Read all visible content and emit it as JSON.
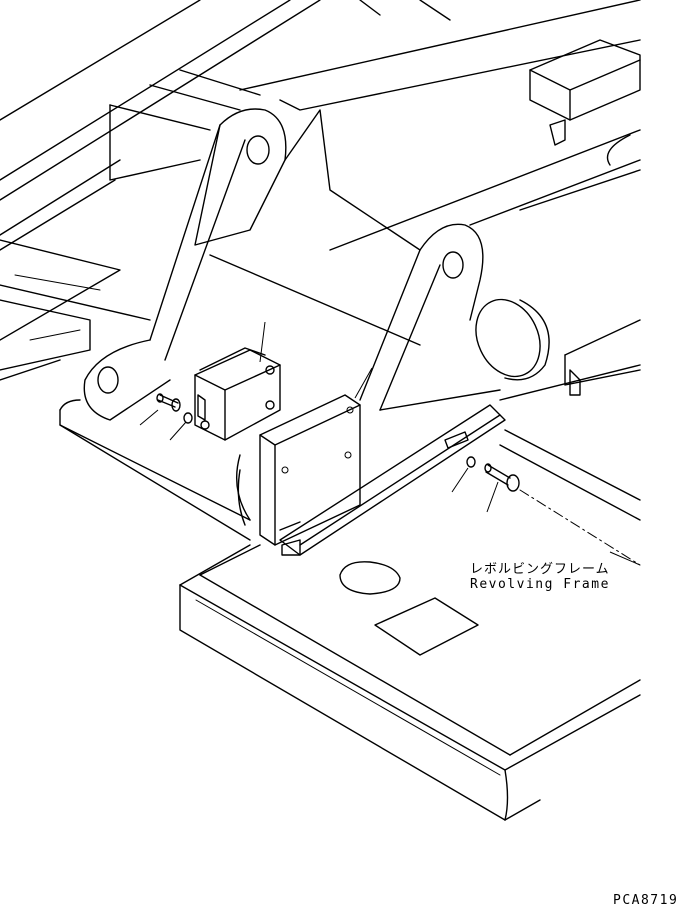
{
  "labels": {
    "japanese": "レボルビングフレーム",
    "english": "Revolving Frame"
  },
  "drawing_code": "PCA8719"
}
